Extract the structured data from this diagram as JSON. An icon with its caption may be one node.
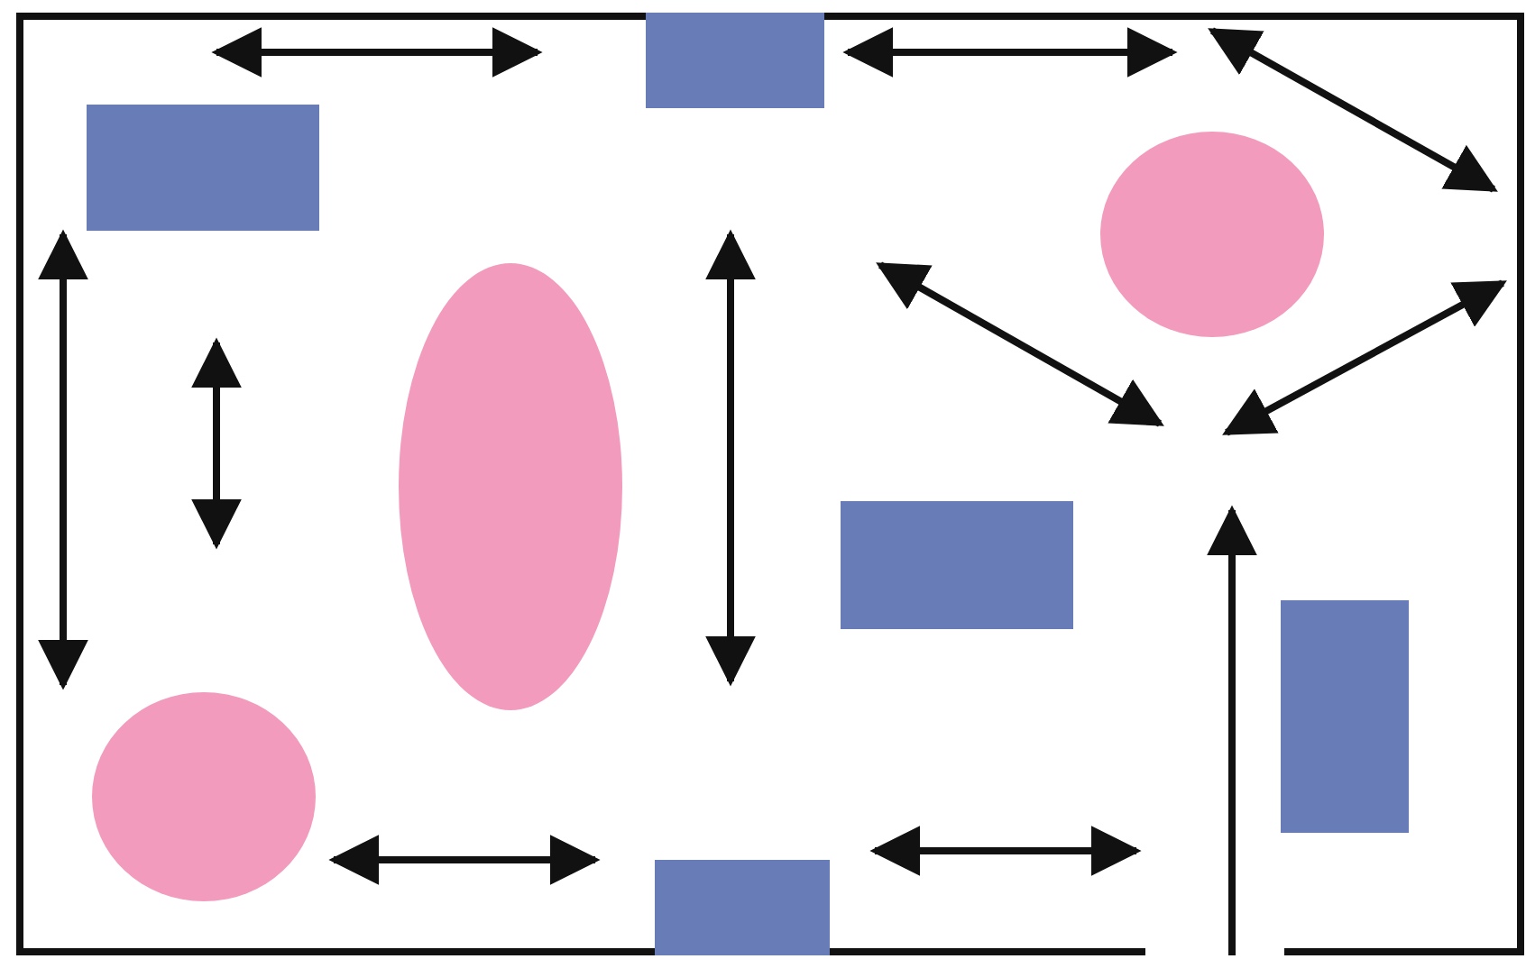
{
  "diagram": {
    "nodes": [
      {
        "text": [],
        "shape": "box"
      },
      {
        "text": [],
        "shape": "box"
      },
      {
        "text": [],
        "shape": "circle"
      },
      {
        "text": [],
        "shape": "ellipse"
      },
      {
        "text": [],
        "shape": "box"
      },
      {
        "text": [],
        "shape": "box"
      },
      {
        "text": [],
        "shape": "circle"
      },
      {
        "text": [],
        "shape": "box"
      }
    ]
  }
}
